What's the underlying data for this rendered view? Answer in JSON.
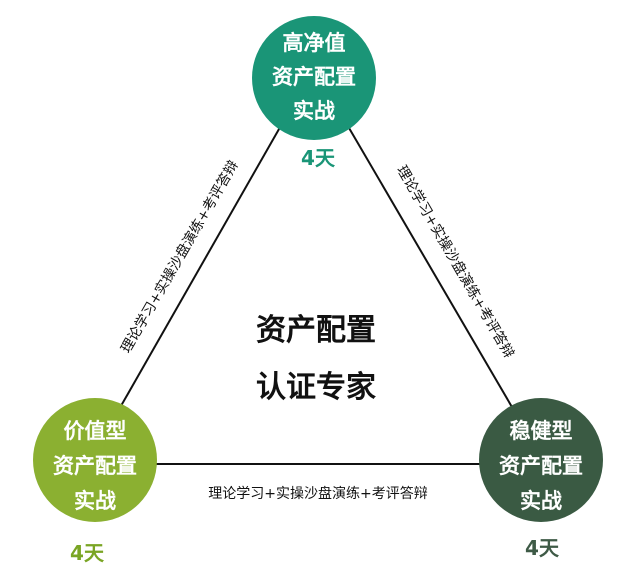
{
  "center": {
    "line1": "资产配置",
    "line2": "认证专家"
  },
  "nodes": {
    "top": {
      "lines": [
        "高净值",
        "资产配置",
        "实战"
      ],
      "days": "4天",
      "color": "#1a9577",
      "days_color": "#1a9577"
    },
    "left": {
      "lines": [
        "价值型",
        "资产配置",
        "实战"
      ],
      "days": "4天",
      "color": "#8bb031",
      "days_color": "#7aa524"
    },
    "right": {
      "lines": [
        "稳健型",
        "资产配置",
        "实战"
      ],
      "days": "4天",
      "color": "#3a5a43",
      "days_color": "#3e5a46"
    }
  },
  "edges": {
    "left": "理论学习+实操沙盘演练+考评答辩",
    "right": "理论学习+实操沙盘演练+考评答辩",
    "bottom": "理论学习+实操沙盘演练+考评答辩"
  },
  "line_color": "#111111"
}
